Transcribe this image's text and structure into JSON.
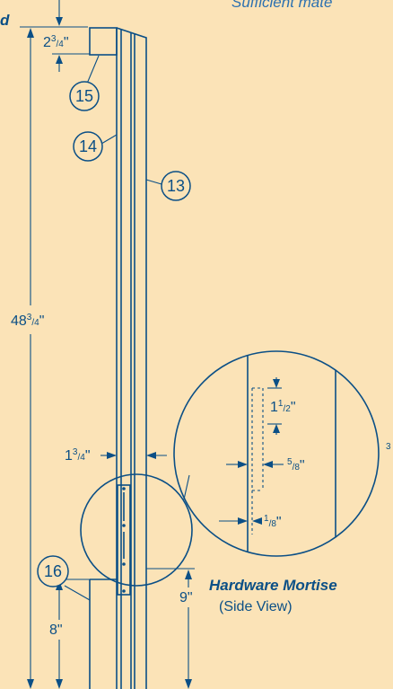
{
  "header": {
    "top_text": "Sufficient mate",
    "left_fragment": "d"
  },
  "callouts": {
    "c13": "13",
    "c14": "14",
    "c15": "15",
    "c16": "16"
  },
  "dimensions": {
    "top_block": {
      "whole": "2",
      "num": "3",
      "den": "4",
      "unit": "\""
    },
    "overall_height": {
      "whole": "48",
      "num": "3",
      "den": "4",
      "unit": "\""
    },
    "thickness": {
      "whole": "1",
      "num": "3",
      "den": "4",
      "unit": "\""
    },
    "bottom_left": "8\"",
    "bottom_right": "9\""
  },
  "detail": {
    "slot_length": {
      "whole": "1",
      "num": "1",
      "den": "2",
      "unit": "\""
    },
    "slot_depth": {
      "num": "5",
      "den": "8",
      "unit": "\""
    },
    "plate_inset": {
      "num": "1",
      "den": "8",
      "unit": "\""
    },
    "right_edge_fragment": "3",
    "title": "Hardware Mortise",
    "subtitle": "(Side View)"
  },
  "colors": {
    "background": "#fbe3b7",
    "line": "#0b4f86",
    "accent_text": "#2b70b0"
  }
}
